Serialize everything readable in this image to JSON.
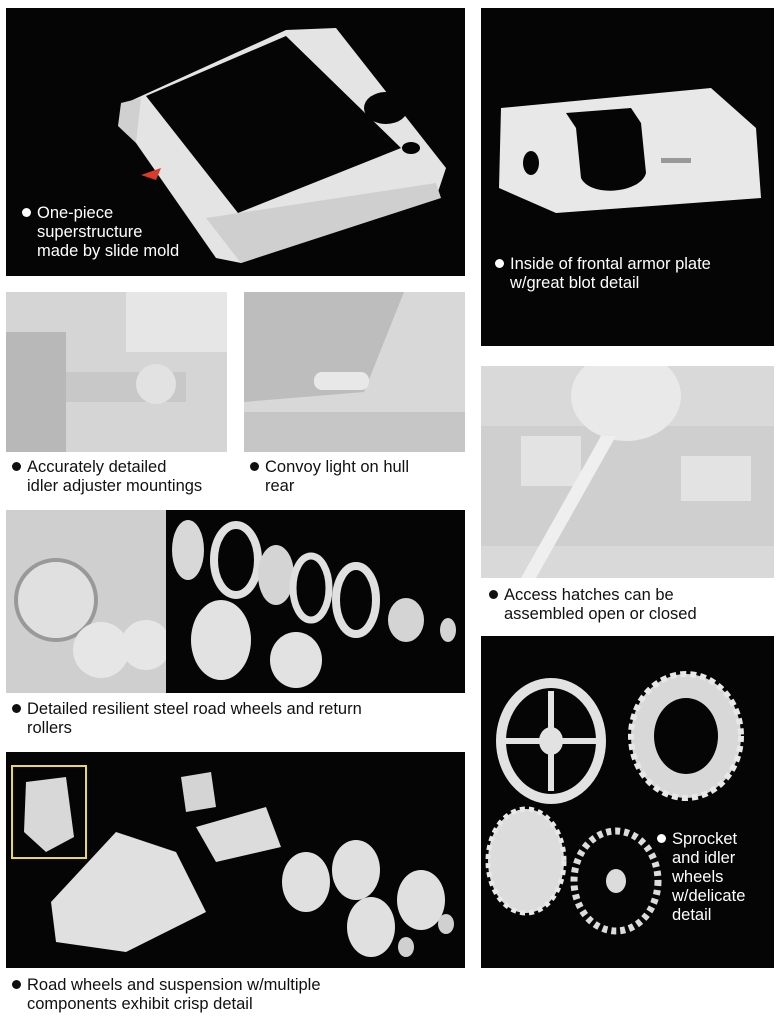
{
  "captions": {
    "superstructure": [
      "One-piece",
      "superstructure",
      "made by slide mold"
    ],
    "frontal_plate": [
      "Inside of frontal armor plate",
      "w/great blot detail"
    ],
    "idler": [
      "Accurately detailed",
      "idler adjuster mountings"
    ],
    "convoy": [
      "Convoy light on hull",
      "rear"
    ],
    "hatches": [
      "Access hatches can be",
      "assembled open or closed"
    ],
    "road_wheels": [
      "Detailed resilient steel road wheels and return",
      "rollers"
    ],
    "sprocket": [
      "Sprocket",
      "and idler",
      "wheels",
      "w/delicate",
      "detail"
    ],
    "suspension": [
      "Road wheels and suspension w/multiple",
      "components exhibit crisp detail"
    ]
  },
  "colors": {
    "panel_dark": "#050505",
    "part_gray": "#e6e6e6",
    "highlight_box": "#e8d85a",
    "arrow_red": "#d93a2a"
  }
}
